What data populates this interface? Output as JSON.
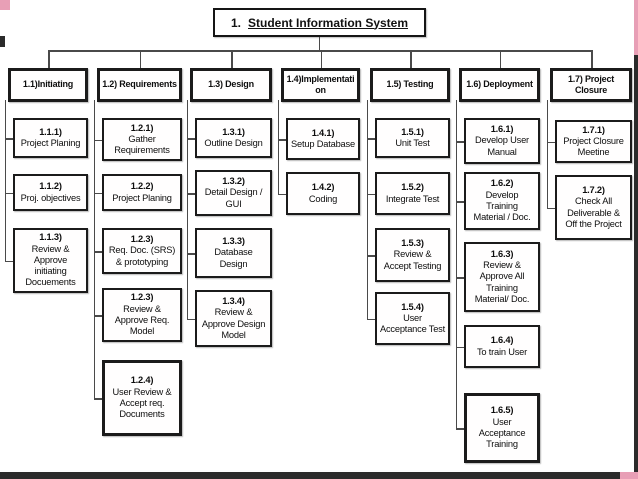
{
  "title": {
    "prefix": "1.",
    "name": "Student Information System"
  },
  "colors": {
    "box_border": "#1b1b1b",
    "connector": "#4a4a4a",
    "artifact_pink": "#e89fb6",
    "artifact_dark": "#2b2b2b"
  },
  "columns": [
    {
      "label": "1.1)Initiating",
      "children": [
        {
          "num": "1.1.1)",
          "lines": [
            "Project Planing"
          ]
        },
        {
          "num": "1.1.2)",
          "lines": [
            "Proj. objectives"
          ]
        },
        {
          "num": "1.1.3)",
          "lines": [
            "Review &",
            "Approve",
            "initiating",
            "Docuements"
          ]
        }
      ]
    },
    {
      "label": "1.2) Requirements",
      "children": [
        {
          "num": "1.2.1)",
          "lines": [
            "Gather",
            "Requirements"
          ]
        },
        {
          "num": "1.2.2)",
          "lines": [
            "Project Planing"
          ]
        },
        {
          "num": "1.2.3)",
          "lines": [
            "Req. Doc. (SRS)",
            "& prototyping"
          ]
        },
        {
          "num": "1.2.3)",
          "lines": [
            "Review &",
            "Approve Req.",
            "Model"
          ]
        },
        {
          "num": "1.2.4)",
          "lines": [
            "User Review &",
            "Accept req.",
            "Documents"
          ],
          "emphasis": true
        }
      ]
    },
    {
      "label": "1.3) Design",
      "children": [
        {
          "num": "1.3.1)",
          "lines": [
            "Outline Design"
          ]
        },
        {
          "num": "1.3.2)",
          "lines": [
            "Detail Design /",
            "GUI"
          ]
        },
        {
          "num": "1.3.3)",
          "lines": [
            "Database",
            "Design"
          ]
        },
        {
          "num": "1.3.4)",
          "lines": [
            "Review &",
            "Approve Design",
            "Model"
          ]
        }
      ]
    },
    {
      "label": "1.4)Implementati on",
      "children": [
        {
          "num": "1.4.1)",
          "lines": [
            "Setup Database"
          ]
        },
        {
          "num": "1.4.2)",
          "lines": [
            "Coding"
          ]
        }
      ]
    },
    {
      "label": "1.5) Testing",
      "children": [
        {
          "num": "1.5.1)",
          "lines": [
            "Unit Test"
          ]
        },
        {
          "num": "1.5.2)",
          "lines": [
            "Integrate Test"
          ]
        },
        {
          "num": "1.5.3)",
          "lines": [
            "Review &",
            "Accept Testing"
          ]
        },
        {
          "num": "1.5.4)",
          "lines": [
            "User",
            "Acceptance Test"
          ]
        }
      ]
    },
    {
      "label": "1.6) Deployment",
      "children": [
        {
          "num": "1.6.1)",
          "lines": [
            "Develop User",
            "Manual"
          ]
        },
        {
          "num": "1.6.2)",
          "lines": [
            "Develop",
            "Training",
            "Material / Doc."
          ]
        },
        {
          "num": "1.6.3)",
          "lines": [
            "Review &",
            "Approve All",
            "Training",
            "Material/ Doc."
          ]
        },
        {
          "num": "1.6.4)",
          "lines": [
            "To train User"
          ]
        },
        {
          "num": "1.6.5)",
          "lines": [
            "User",
            "Acceptance",
            "Training"
          ],
          "emphasis": true
        }
      ]
    },
    {
      "label": "1.7) Project Closure",
      "children": [
        {
          "num": "1.7.1)",
          "lines": [
            "Project Closure",
            "Meetine"
          ]
        },
        {
          "num": "1.7.2)",
          "lines": [
            "Check All",
            "Deliverable &",
            "Off the Project"
          ]
        }
      ]
    }
  ]
}
